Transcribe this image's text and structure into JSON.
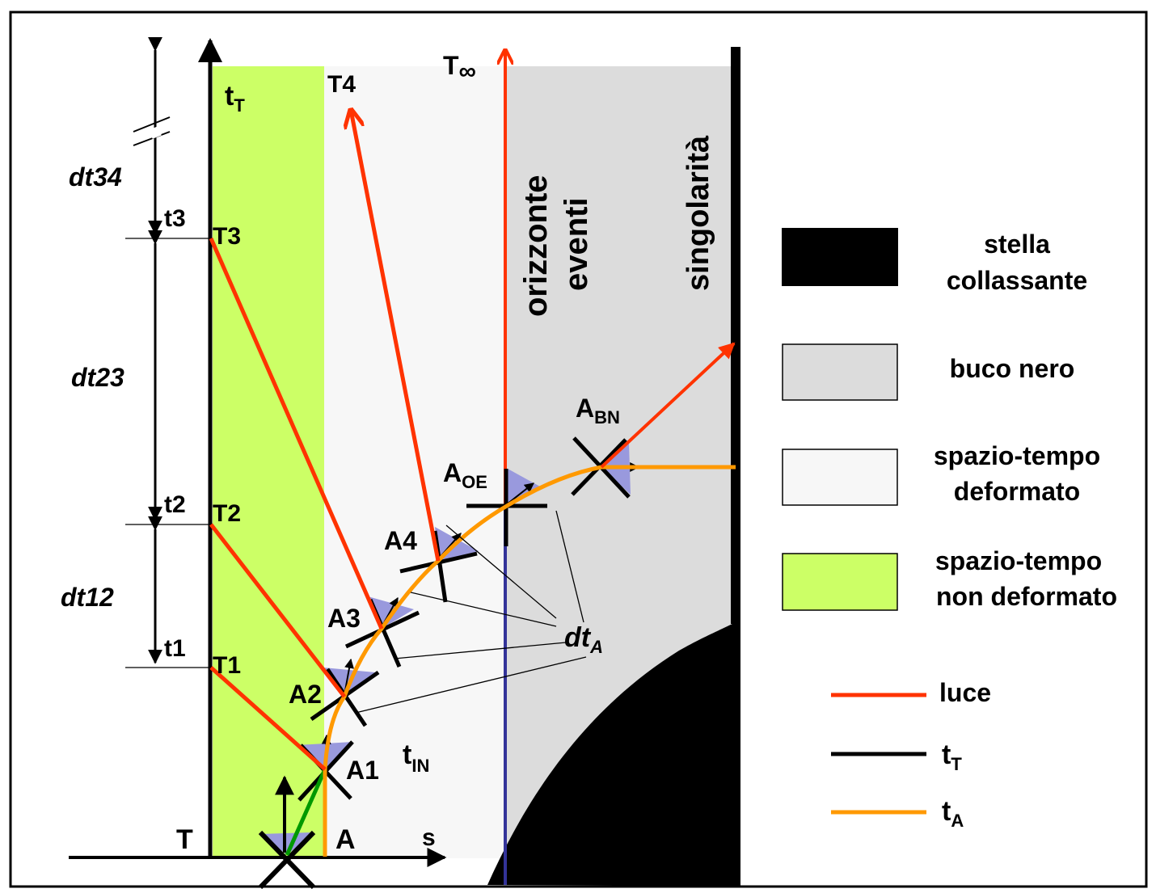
{
  "colors": {
    "light": "#ff3300",
    "observer_time": "#000000",
    "proper_time": "#ff9900",
    "undeformed": "#ccff66",
    "deformed": "#f7f7f7",
    "black_hole": "#dcdcdc",
    "star": "#000000",
    "cone": "#9999dd",
    "horizon_line": "#333399",
    "worldline_start": "#009900"
  },
  "labels": {
    "t_T": "t",
    "t_T_sub": "T",
    "T4": "T4",
    "T_inf": "T",
    "T_inf_sym": "∞",
    "T": "T",
    "A": "A",
    "s": "s",
    "T1": "T1",
    "T2": "T2",
    "T3": "T3",
    "t1": "t1",
    "t2": "t2",
    "t3": "t3",
    "dt12": "dt12",
    "dt23": "dt23",
    "dt34": "dt34",
    "A1": "A1",
    "A2": "A2",
    "A3": "A3",
    "A4": "A4",
    "A_OE": "A",
    "A_OE_sub": "OE",
    "A_BN": "A",
    "A_BN_sub": "BN",
    "t_IN": "t",
    "t_IN_sub": "IN",
    "dt_A": "dt",
    "dt_A_sub": "A",
    "horizon_1": "orizzonte",
    "horizon_2": "eventi",
    "singularity": "singolarità"
  },
  "legend": {
    "star_1": "stella",
    "star_2": "collassante",
    "black_hole": "buco nero",
    "deformed_1": "spazio-tempo",
    "deformed_2": "deformato",
    "undeformed_1": "spazio-tempo",
    "undeformed_2": "non deformato",
    "light": "luce",
    "t_T": "t",
    "t_T_sub": "T",
    "t_A": "t",
    "t_A_sub": "A"
  }
}
